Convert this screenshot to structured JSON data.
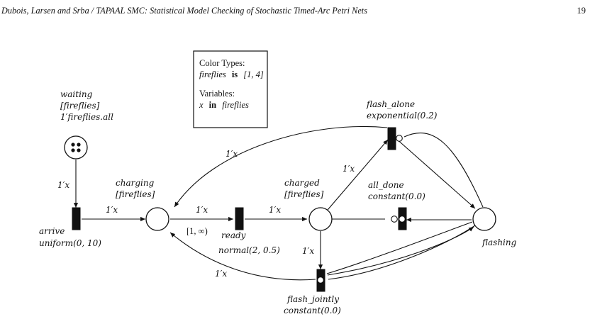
{
  "header": {
    "running_title": "Dubois, Larsen and Srba / TAPAAL SMC: Statistical Model Checking of Stochastic Timed-Arc Petri Nets",
    "page_number": "19"
  },
  "declarations": {
    "color_types_heading": "Color Types:",
    "color_type_name": "fireflies",
    "color_type_keyword": "is",
    "color_type_range": "[1, 4]",
    "variables_heading": "Variables:",
    "variable_name": "x",
    "variable_keyword": "in",
    "variable_type": "fireflies"
  },
  "places": {
    "waiting": {
      "name": "waiting",
      "type": "[fireflies]",
      "initial": "1′fireflies.all"
    },
    "charging": {
      "name": "charging",
      "type": "[fireflies]"
    },
    "charged": {
      "name": "charged",
      "type": "[fireflies]"
    },
    "flashing": {
      "name": "flashing"
    }
  },
  "transitions": {
    "arrive": {
      "name": "arrive",
      "distribution": "uniform(0, 10)"
    },
    "ready": {
      "name": "ready",
      "distribution": "normal(2, 0.5)"
    },
    "flash_alone": {
      "name": "flash_alone",
      "distribution": "exponential(0.2)"
    },
    "all_done": {
      "name": "all_done",
      "distribution": "constant(0.0)"
    },
    "flash_jointly": {
      "name": "flash_jointly",
      "distribution": "constant(0.0)"
    }
  },
  "arc_labels": {
    "waiting_to_arrive": "1′x",
    "arrive_to_charging": "1′x",
    "charging_to_ready": "1′x",
    "charging_to_ready_interval": "[1, ∞)",
    "ready_to_charged": "1′x",
    "charged_to_flash_alone": "1′x",
    "charged_to_flash_jointly": "1′x",
    "flash_alone_to_charging": "1′x",
    "flash_jointly_to_charging": "1′x"
  }
}
